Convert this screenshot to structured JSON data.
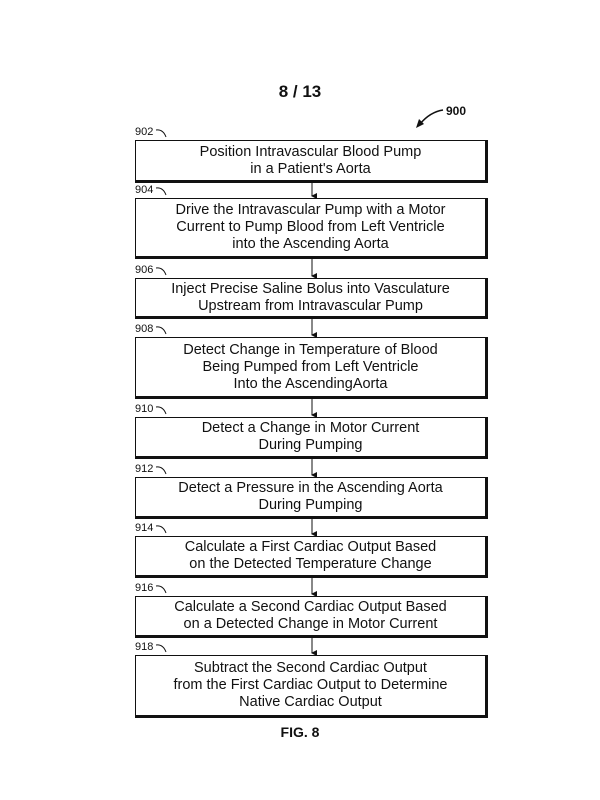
{
  "page_number": "8 / 13",
  "figure_ref": "900",
  "figure_caption": "FIG. 8",
  "steps": [
    {
      "ref": "902",
      "text": "Position Intravascular Blood Pump\nin a Patient's Aorta"
    },
    {
      "ref": "904",
      "text": "Drive the Intravascular Pump with a Motor\nCurrent to Pump Blood from Left Ventricle\ninto the Ascending Aorta"
    },
    {
      "ref": "906",
      "text": "Inject Precise Saline Bolus into Vasculature\nUpstream from Intravascular Pump"
    },
    {
      "ref": "908",
      "text": "Detect Change in Temperature of Blood\nBeing Pumped from Left Ventricle\nInto the AscendingAorta"
    },
    {
      "ref": "910",
      "text": "Detect a Change in Motor Current\nDuring Pumping"
    },
    {
      "ref": "912",
      "text": "Detect a Pressure in the Ascending Aorta\nDuring Pumping"
    },
    {
      "ref": "914",
      "text": "Calculate a First Cardiac Output Based\non the Detected Temperature Change"
    },
    {
      "ref": "916",
      "text": "Calculate a Second Cardiac Output Based\non a Detected Change in Motor Current"
    },
    {
      "ref": "918",
      "text": "Subtract the Second Cardiac Output\nfrom the First Cardiac Output to Determine\nNative Cardiac Output"
    }
  ]
}
